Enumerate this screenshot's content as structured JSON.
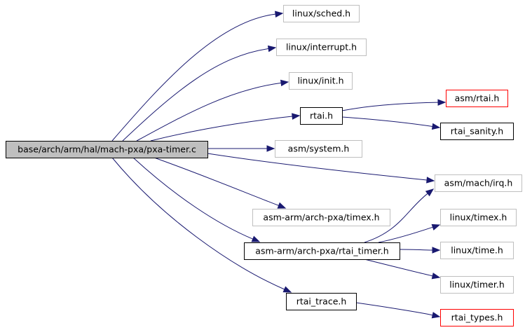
{
  "colors": {
    "edge": "#191970",
    "root_fill": "#bfbfbf",
    "root_border": "#000000",
    "normal_border": "#000000",
    "external_border": "#bfbfbf",
    "missing_border": "#ff0000",
    "text": "#000000"
  },
  "nodes": [
    {
      "id": "root",
      "label": "base/arch/arm/hal/mach-pxa/pxa-timer.c",
      "style": "root"
    },
    {
      "id": "sched",
      "label": "linux/sched.h",
      "style": "external"
    },
    {
      "id": "interrupt",
      "label": "linux/interrupt.h",
      "style": "external"
    },
    {
      "id": "init",
      "label": "linux/init.h",
      "style": "external"
    },
    {
      "id": "rtai",
      "label": "rtai.h",
      "style": "normal"
    },
    {
      "id": "asmrtai",
      "label": "asm/rtai.h",
      "style": "missing"
    },
    {
      "id": "sanity",
      "label": "rtai_sanity.h",
      "style": "normal"
    },
    {
      "id": "system",
      "label": "asm/system.h",
      "style": "external"
    },
    {
      "id": "irq",
      "label": "asm/mach/irq.h",
      "style": "external"
    },
    {
      "id": "timexpxa",
      "label": "asm-arm/arch-pxa/timex.h",
      "style": "external"
    },
    {
      "id": "rtaitimer",
      "label": "asm-arm/arch-pxa/rtai_timer.h",
      "style": "normal"
    },
    {
      "id": "linuxtimex",
      "label": "linux/timex.h",
      "style": "external"
    },
    {
      "id": "linuxtime",
      "label": "linux/time.h",
      "style": "external"
    },
    {
      "id": "linuxtimer",
      "label": "linux/timer.h",
      "style": "external"
    },
    {
      "id": "trace",
      "label": "rtai_trace.h",
      "style": "normal"
    },
    {
      "id": "types",
      "label": "rtai_types.h",
      "style": "missing"
    }
  ],
  "edges": [
    {
      "from": "root",
      "to": "sched"
    },
    {
      "from": "root",
      "to": "interrupt"
    },
    {
      "from": "root",
      "to": "init"
    },
    {
      "from": "root",
      "to": "rtai"
    },
    {
      "from": "root",
      "to": "system"
    },
    {
      "from": "root",
      "to": "irq"
    },
    {
      "from": "root",
      "to": "timexpxa"
    },
    {
      "from": "root",
      "to": "rtaitimer"
    },
    {
      "from": "root",
      "to": "trace"
    },
    {
      "from": "rtai",
      "to": "asmrtai"
    },
    {
      "from": "rtai",
      "to": "sanity"
    },
    {
      "from": "rtaitimer",
      "to": "irq"
    },
    {
      "from": "rtaitimer",
      "to": "linuxtimex"
    },
    {
      "from": "rtaitimer",
      "to": "linuxtime"
    },
    {
      "from": "rtaitimer",
      "to": "linuxtimer"
    },
    {
      "from": "trace",
      "to": "types"
    }
  ]
}
